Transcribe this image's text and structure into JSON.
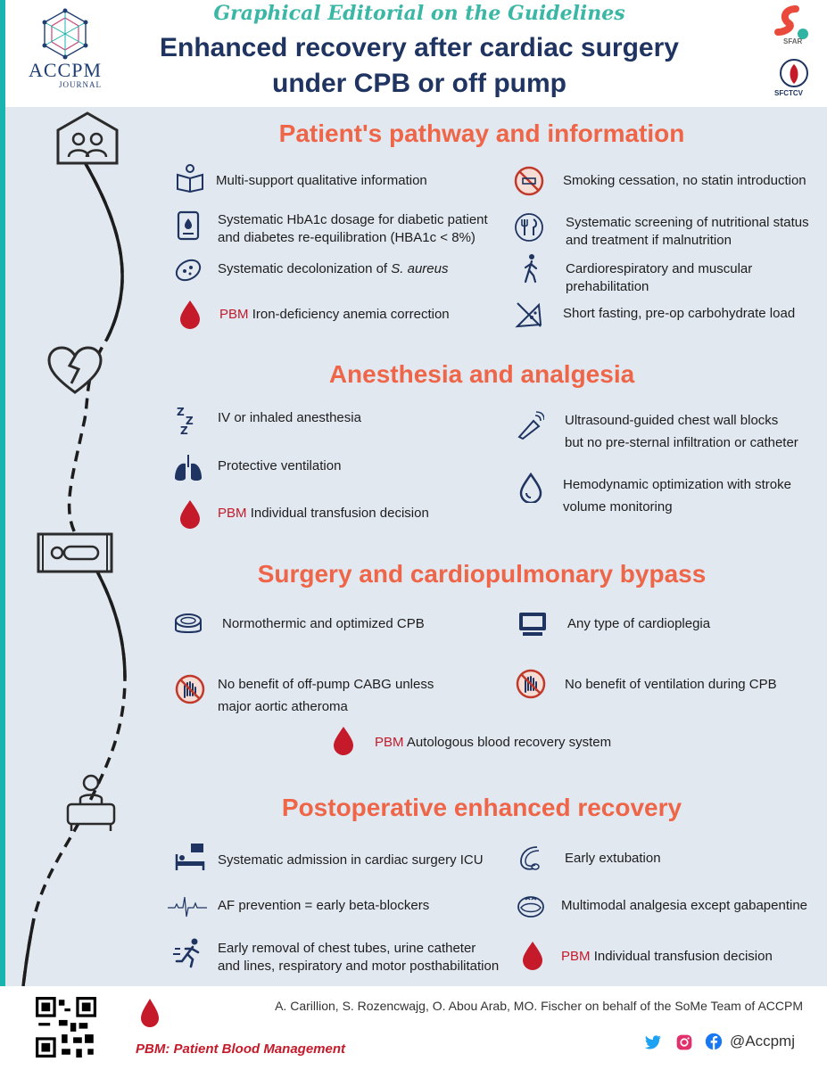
{
  "header": {
    "subtitle": "Graphical Editorial on the Guidelines",
    "title_line1": "Enhanced recovery after cardiac surgery",
    "title_line2": "under CPB or off pump",
    "journal_name": "ACCPM",
    "journal_sub": "JOURNAL",
    "sfar_label": "SFAR",
    "sfctcv_label": "SFCTCV"
  },
  "colors": {
    "teal": "#19b3b0",
    "navy": "#1f3461",
    "section": "#ee6548",
    "pbm_red": "#c41a2a",
    "panel": "#e1e8f0"
  },
  "sections": [
    {
      "title": "Patient's pathway and information",
      "items": [
        {
          "icon": "reading-book-icon",
          "pbm": "",
          "text": "Multi-support qualitative information"
        },
        {
          "icon": "no-smoking-icon",
          "pbm": "",
          "text": "Smoking cessation, no statin introduction"
        },
        {
          "icon": "glucose-meter-icon",
          "pbm": "",
          "line1": "Systematic HbA1c dosage for diabetic patient",
          "line2": "and diabetes re-equilibration (HBA1c < 8%)"
        },
        {
          "icon": "plate-cutlery-icon",
          "pbm": "",
          "line1": "Systematic screening of nutritional status",
          "line2": "and treatment if malnutrition"
        },
        {
          "icon": "bacteria-icon",
          "pbm": "",
          "text_prefix": "Systematic decolonization of ",
          "text_italic": "S. aureus"
        },
        {
          "icon": "walking-person-icon",
          "pbm": "",
          "line1": "Cardiorespiratory and muscular",
          "line2": "prehabilitation"
        },
        {
          "icon": "blood-drop-icon",
          "pbm": "PBM",
          "text": "Iron-deficiency anemia correction"
        },
        {
          "icon": "no-pizza-icon",
          "pbm": "",
          "text": "Short fasting, pre-op carbohydrate load"
        }
      ]
    },
    {
      "title": "Anesthesia and analgesia",
      "items": [
        {
          "icon": "sleep-zzz-icon",
          "pbm": "",
          "text": "IV or inhaled anesthesia"
        },
        {
          "icon": "ultrasound-probe-icon",
          "pbm": "",
          "line1": "Ultrasound-guided chest wall blocks",
          "line2": "but no pre-sternal infiltration or catheter"
        },
        {
          "icon": "lungs-icon",
          "pbm": "",
          "text": "Protective ventilation"
        },
        {
          "icon": "water-drop-icon",
          "pbm": "",
          "line1": "Hemodynamic optimization with stroke",
          "line2": "volume monitoring"
        },
        {
          "icon": "blood-drop-icon",
          "pbm": "PBM",
          "text": "Individual transfusion decision"
        }
      ]
    },
    {
      "title": "Surgery and cardiopulmonary bypass",
      "items": [
        {
          "icon": "thermometer-ring-icon",
          "pbm": "",
          "text": "Normothermic and optimized CPB"
        },
        {
          "icon": "monitor-icon",
          "pbm": "",
          "text": "Any type of cardioplegia"
        },
        {
          "icon": "no-hand-icon",
          "pbm": "",
          "line1": "No benefit of off-pump CABG unless",
          "line2": "major aortic atheroma"
        },
        {
          "icon": "no-hand-icon",
          "pbm": "",
          "text": "No benefit of ventilation during CPB"
        },
        {
          "icon": "blood-drop-icon",
          "pbm": "PBM",
          "text": "Autologous blood recovery system"
        }
      ]
    },
    {
      "title": "Postoperative enhanced recovery",
      "items": [
        {
          "icon": "icu-bed-icon",
          "pbm": "",
          "text": "Systematic admission in cardiac surgery ICU"
        },
        {
          "icon": "breathing-tube-icon",
          "pbm": "",
          "text": "Early extubation"
        },
        {
          "icon": "ecg-trace-icon",
          "pbm": "",
          "text": "AF prevention = early beta-blockers"
        },
        {
          "icon": "face-mask-icon",
          "pbm": "",
          "text": "Multimodal analgesia except gabapentine"
        },
        {
          "icon": "running-person-icon",
          "pbm": "",
          "line1": "Early removal of chest tubes, urine catheter",
          "line2": "and lines, respiratory and motor posthabilitation"
        },
        {
          "icon": "blood-drop-icon",
          "pbm": "PBM",
          "text": "Individual transfusion decision"
        }
      ]
    }
  ],
  "footer": {
    "credits": "A. Carillion, S. Rozencwajg, O. Abou Arab, MO. Fischer on behalf of the SoMe Team of ACCPM",
    "pbm_legend": "PBM: Patient Blood Management",
    "handle": "@Accpmj"
  }
}
